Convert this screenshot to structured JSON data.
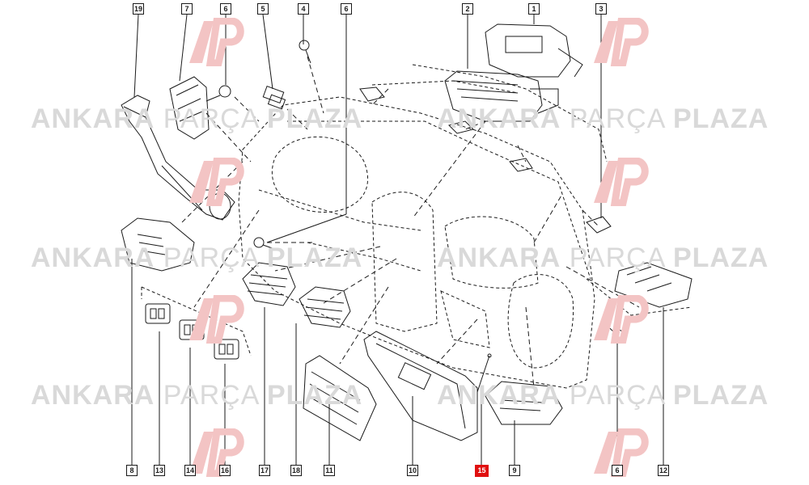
{
  "watermark": {
    "word1": "ANKARA",
    "word2": "PARÇA",
    "word3": "PLAZA",
    "logo_color": "#f3c4c4",
    "text_color": "#d9d9d9"
  },
  "colors": {
    "line": "#1a1a1a",
    "highlight": "#e01010"
  },
  "callouts": {
    "top": [
      "19",
      "7",
      "6",
      "5",
      "4",
      "6",
      "2",
      "1",
      "3"
    ],
    "bottom": [
      "8",
      "13",
      "14",
      "16",
      "17",
      "18",
      "11",
      "10",
      "15",
      "9",
      "6",
      "12"
    ],
    "highlighted": "15"
  }
}
